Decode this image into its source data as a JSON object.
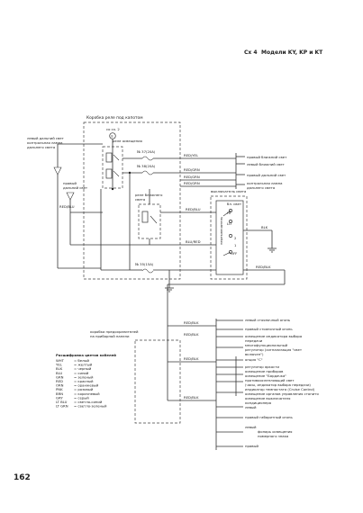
{
  "header": {
    "figure": "Сх 4",
    "title": "Модели KY, KP и KT"
  },
  "page_number": "162",
  "relay_box": {
    "title": "Коробка реле под капотом",
    "from_note": "со сх. 2",
    "marker": "E",
    "headlight_relay": "реле освещения",
    "dipped_relay_line1": "реле ближнего",
    "dipped_relay_line2": "света"
  },
  "fuses": {
    "f37": "№ 37(20A)",
    "f38": "№ 38(20A)",
    "f35": "№ 35(15A)"
  },
  "left_labels": {
    "left_high_l1": "левый дальний свет",
    "left_high_l2": "контрольная лампа",
    "left_high_l3": "дальнего света",
    "right_high_l1": "правый",
    "right_high_l2": "дальний свет"
  },
  "wire_codes": {
    "red_yel": "RED/YEL",
    "red_grn": "RED/GRN",
    "red_blu": "RED/BLU",
    "blu_red": "BLU/RED",
    "red_blk": "RED/BLK",
    "blk": "BLK"
  },
  "light_outputs": {
    "right_low": "правый ближний свет",
    "left_low": "левый ближний свет",
    "right_high": "правый дальний свет",
    "high_indicator_l1": "контрольная лампа",
    "high_indicator_l2": "дальнего света"
  },
  "light_switch": {
    "title": "выключатель света",
    "section": "бл. свет",
    "vertical": "переключатель",
    "pos_hi": "HI",
    "pos_lo": "LO",
    "pos_one": "1",
    "pos_two": "2",
    "pos_off": "OFF"
  },
  "fuse_box": {
    "title_l1": "коробка предохранителей",
    "title_l2": "на приборной панели"
  },
  "right_outputs": [
    "левый стояночный огонь",
    "правый стояночный огонь",
    "освещение индикатора выбора",
    "передачи",
    "многофункциональный",
    "регулятор (сигнализация \"свет",
    "включен\")",
    "опция \"С\"",
    "регулятор яркости",
    "освещение приборов",
    "освещение \"Бардачка\"",
    "противоослепляющий свет",
    "(часы, индикатор выбора передачи)",
    "индикатор темпостата (Cruise Control)",
    "освещение органов управления стопитя",
    "освещение выключателя",
    "кондиционера",
    "левый",
    "правый   габаритный огонь",
    "левый",
    "фонарь освещения",
    "номерного знака",
    "правый"
  ],
  "legend": {
    "title": "Расшифровка цветов кабелей",
    "entries": [
      {
        "code": "WHT",
        "name": "= белый"
      },
      {
        "code": "YEL",
        "name": "= желтый"
      },
      {
        "code": "BLK",
        "name": "= черный"
      },
      {
        "code": "BLU",
        "name": "= синий"
      },
      {
        "code": "GRN",
        "name": "= зеленый"
      },
      {
        "code": "RED",
        "name": "= красный"
      },
      {
        "code": "ORN",
        "name": "= оранжевый"
      },
      {
        "code": "PNK",
        "name": "= розовый"
      },
      {
        "code": "BRN",
        "name": "= коричневый"
      },
      {
        "code": "GRY",
        "name": "= серый"
      },
      {
        "code": "LT BLU",
        "name": "= светло-синий"
      },
      {
        "code": "LT GRN",
        "name": "= светло-зеленый"
      }
    ]
  }
}
